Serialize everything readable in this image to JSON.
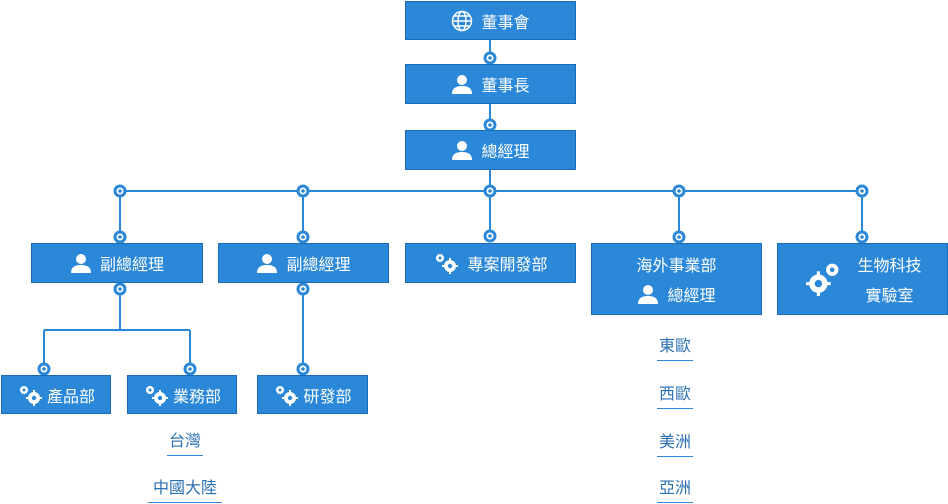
{
  "colors": {
    "box": "#2b88d8",
    "line": "#2b88d8",
    "text": "#ffffff",
    "link": "#2b6fb3"
  },
  "nodes": {
    "board": {
      "label": "董事會",
      "icon": "globe-icon"
    },
    "chairman": {
      "label": "董事長",
      "icon": "person-icon"
    },
    "gm": {
      "label": "總經理",
      "icon": "person-icon"
    },
    "vp1": {
      "label": "副總經理",
      "icon": "person-icon"
    },
    "vp2": {
      "label": "副總經理",
      "icon": "person-icon"
    },
    "project_dev": {
      "label": "專案開發部",
      "icon": "gears-icon"
    },
    "overseas": {
      "label": "海外事業部",
      "sublabel": "總經理",
      "icon": "person-icon"
    },
    "biotech": {
      "label": "生物科技",
      "sublabel": "實驗室",
      "icon": "gears-icon"
    },
    "product": {
      "label": "產品部",
      "icon": "gears-icon"
    },
    "sales": {
      "label": "業務部",
      "icon": "gears-icon"
    },
    "rnd": {
      "label": "研發部",
      "icon": "gears-icon"
    }
  },
  "sales_regions": [
    "台灣",
    "中國大陸"
  ],
  "overseas_regions": [
    "東歐",
    "西歐",
    "美洲",
    "亞洲"
  ]
}
